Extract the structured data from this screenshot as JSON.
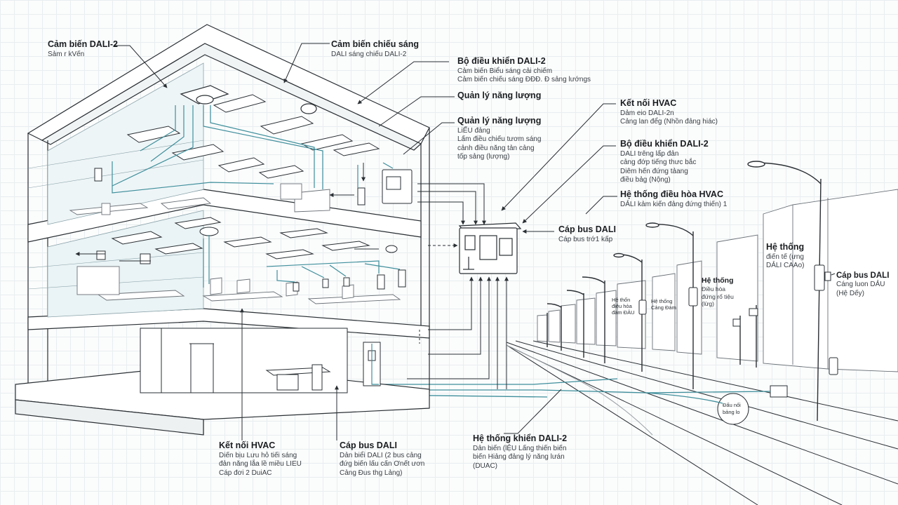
{
  "callouts": {
    "sensor_top_left": {
      "title": "Cảm biến DALI-2",
      "lines": [
        "Sảm r kVến"
      ]
    },
    "light_sensor": {
      "title": "Cảm biến chiếu sáng",
      "lines": [
        "DALI sáng chiếu DALI-2"
      ]
    },
    "controller_top": {
      "title": "Bộ điều khiển DALI-2",
      "lines": [
        "Cảm biến Biểu sáng cải chiếm",
        "Cảm biến chiếu sáng ĐĐĐ. Đ sảng lướngs"
      ]
    },
    "energy_mgmt_1": {
      "title": "Quản lý năng lượng",
      "lines": []
    },
    "energy_mgmt_2": {
      "title": "Quản lý năng lượng",
      "lines": [
        "LiẾU đảng",
        "Lấm điều chiếu tươm sáng",
        "cảnh điều năng tản cảng",
        "tốp sảng (lượng)"
      ]
    },
    "hvac_link_right": {
      "title": "Kết nối HVAC",
      "lines": [
        "Dảm eio DALI-2n",
        "Cảng lan đểg (Nhồn đảng hiác)"
      ]
    },
    "controller_right": {
      "title": "Bộ điều khiển DALI-2",
      "lines": [
        "DALI trêng lấp đản",
        "cảng đớp tiếng thưc bắc",
        "Diêm hến đứng tảang",
        "điều bảg (Nộng)"
      ]
    },
    "hvac_system": {
      "title": "Hệ thống điều hòa HVAC",
      "lines": [
        "DẢLI kảm kiến đảng đứng thiến)  1"
      ]
    },
    "bus_center": {
      "title": "Cáp bus DALI",
      "lines": [
        "Cáp bus trớ1 kấp"
      ]
    },
    "street_system_1": {
      "title": "Hệ thống",
      "lines": [
        "điến tế (ưng",
        "DẢLI CAAo)"
      ]
    },
    "street_system_2": {
      "title": "Hệ thống",
      "lines": [
        "Điều hòa",
        "đứng rổ tiệu",
        "(lừg)"
      ]
    },
    "street_bus": {
      "title": "Cáp bus DALI",
      "lines": [
        "Cáng luon DẢU",
        "(Hệ Dếy)"
      ]
    },
    "hvac_link_bottom": {
      "title": "Kết nối HVAC",
      "lines": [
        "Diến bịu Lưu hỏ tiếi sáng",
        "đản năng lắa lề miều LIEU",
        "Cáp đơi 2 DuiAC"
      ]
    },
    "bus_bottom": {
      "title": "Cáp bus DALI",
      "lines": [
        "Dản biểi DALI (2 bus cảng",
        "đứg biến lấu cấn Ơnết ươn",
        "Cảng Đus thg Lảng)"
      ]
    },
    "control_system_bottom": {
      "title": "Hệ thống khiển DALI-2",
      "lines": [
        "Dản biến (lỆU Lấng thiến biến",
        "biến Hiảng đảng lý năng lưán",
        "(DUAC)"
      ]
    }
  },
  "street_labels": {
    "pole_label_1": [
      "Hệ thốn",
      "điệu hỏa",
      "đảm ĐẢU"
    ],
    "pole_label_2": [
      "Hệ thống",
      "Cảng Đám"
    ],
    "junction_box": [
      "Đấu nối",
      "bảng lo"
    ]
  },
  "colors": {
    "line": "#2a2f33",
    "cable": "#3f8f9c",
    "glass": "#eaf3f5"
  }
}
